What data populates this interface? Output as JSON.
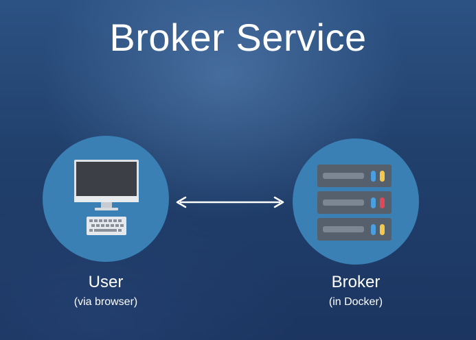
{
  "title": "Broker Service",
  "nodes": {
    "user": {
      "label": "User",
      "sublabel": "(via browser)",
      "icon": "desktop-computer-icon"
    },
    "broker": {
      "label": "Broker",
      "sublabel": "(in Docker)",
      "icon": "server-rack-icon"
    }
  },
  "connection": {
    "type": "bidirectional-arrow"
  },
  "colors": {
    "background_top": "#2c5283",
    "background_bottom": "#1c3561",
    "circle": "#3a80b5",
    "text": "#ffffff",
    "led_blue": "#4a9fe0",
    "led_yellow": "#f2c94c",
    "led_red": "#e0475a"
  }
}
